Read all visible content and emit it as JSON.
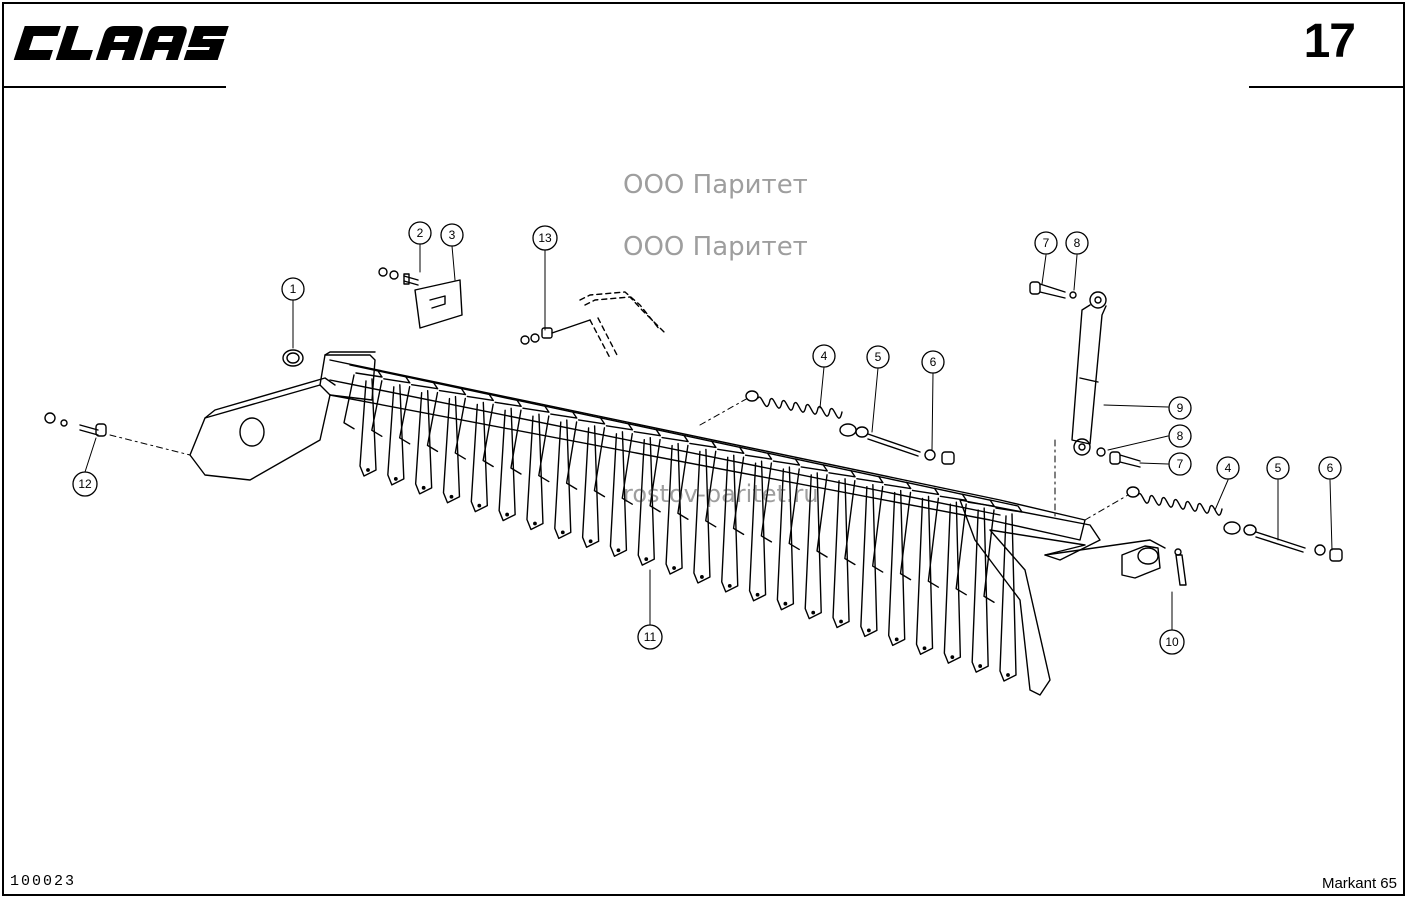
{
  "header": {
    "logo_text": "CLAAS",
    "page_number": "17"
  },
  "footer": {
    "doc_code": "100023",
    "model": "Markant 65"
  },
  "watermark": {
    "line1": "ООО Паритет",
    "line2": "ООО Паритет",
    "line3": "rostov-paritet.ru"
  },
  "callouts": [
    {
      "id": "1",
      "label": "1"
    },
    {
      "id": "2",
      "label": "2"
    },
    {
      "id": "3",
      "label": "3"
    },
    {
      "id": "13",
      "label": "13"
    },
    {
      "id": "4a",
      "label": "4"
    },
    {
      "id": "5a",
      "label": "5"
    },
    {
      "id": "6a",
      "label": "6"
    },
    {
      "id": "7a",
      "label": "7"
    },
    {
      "id": "8a",
      "label": "8"
    },
    {
      "id": "9",
      "label": "9"
    },
    {
      "id": "8b",
      "label": "8"
    },
    {
      "id": "7b",
      "label": "7"
    },
    {
      "id": "4b",
      "label": "4"
    },
    {
      "id": "5b",
      "label": "5"
    },
    {
      "id": "6b",
      "label": "6"
    },
    {
      "id": "12",
      "label": "12"
    },
    {
      "id": "11",
      "label": "11"
    },
    {
      "id": "10",
      "label": "10"
    }
  ],
  "colors": {
    "ink": "#000000",
    "paper": "#ffffff"
  }
}
